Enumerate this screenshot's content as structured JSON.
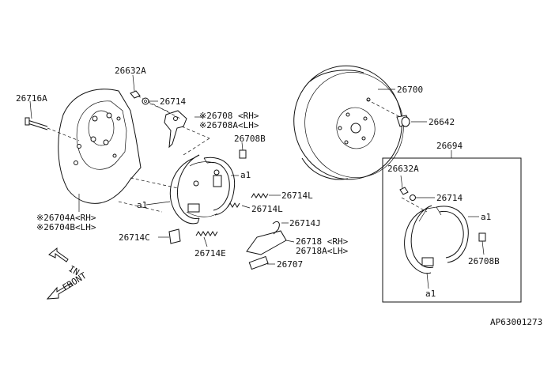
{
  "labels": {
    "l_26632A_top": "26632A",
    "l_26714_top": "26714",
    "l_26716A": "26716A",
    "l_26708_rh": "※26708 <RH>",
    "l_26708A_lh": "※26708A<LH>",
    "l_26708B_top": "26708B",
    "l_a1_mid": "a1",
    "l_a1_left": "a1",
    "l_26714L_1": "26714L",
    "l_26714L_2": "26714L",
    "l_26714J": "26714J",
    "l_26704A": "※26704A<RH>",
    "l_26704B": "※26704B<LH>",
    "l_26714C": "26714C",
    "l_26714E": "26714E",
    "l_26718_rh": "26718 <RH>",
    "l_26718A_lh": "26718A<LH>",
    "l_26707": "26707",
    "l_26700": "26700",
    "l_26642": "26642",
    "l_26694": "26694",
    "l_26632A_box": "26632A",
    "l_26714_box": "26714",
    "l_a1_box_right": "a1",
    "l_26708B_box": "26708B",
    "l_a1_box_bottom": "a1",
    "dir_in": "IN",
    "dir_front": "FRONT",
    "diagram_code": "AP63001273"
  }
}
